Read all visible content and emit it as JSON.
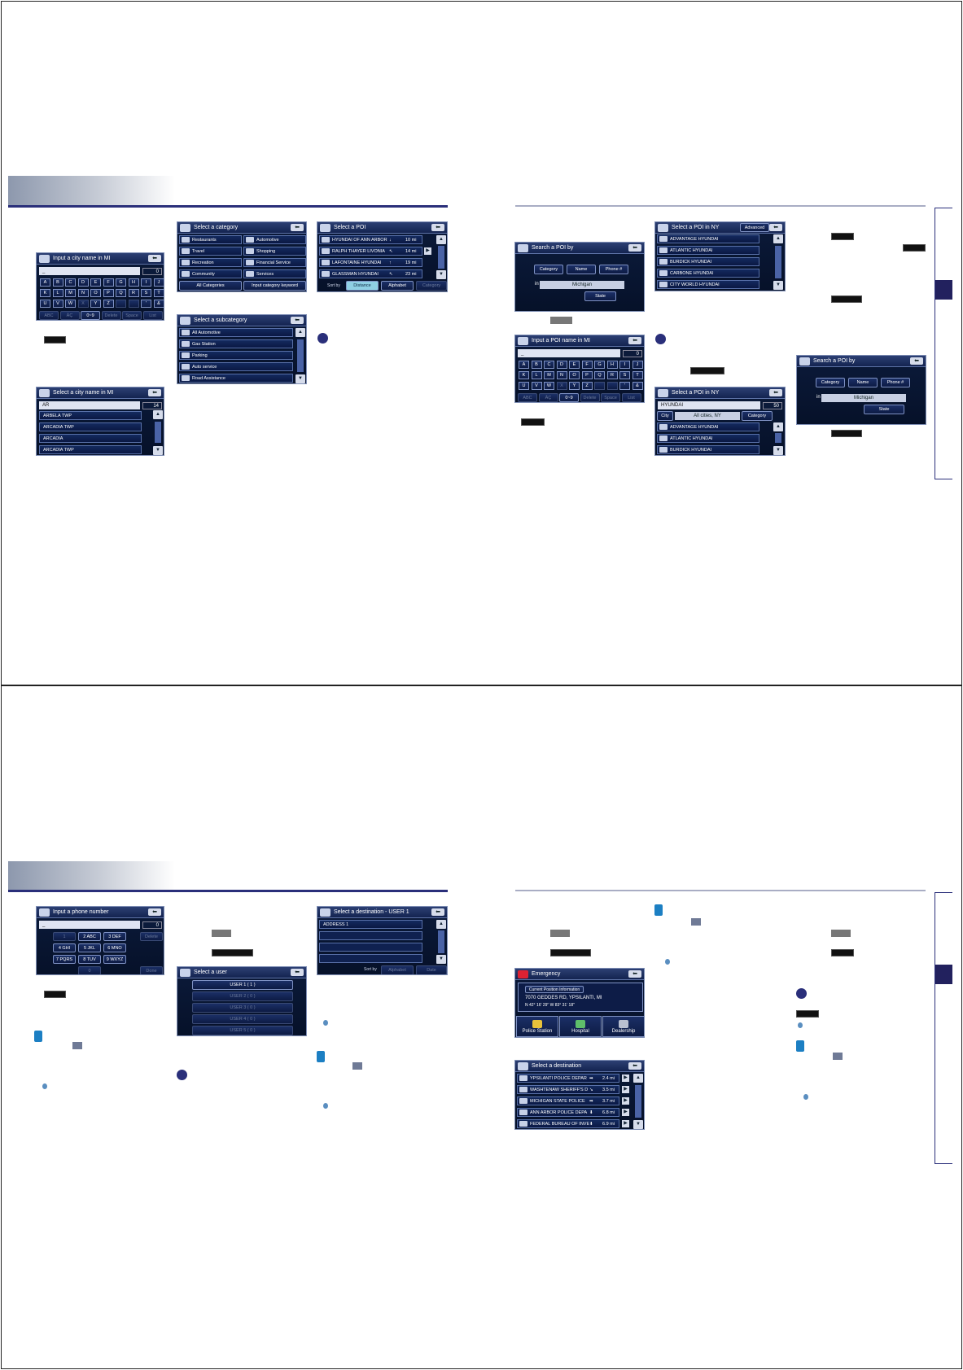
{
  "city_input": {
    "title": "Input a city name in MI",
    "entry": "_",
    "count": "0",
    "keys_row1": [
      "A",
      "B",
      "C",
      "D",
      "E",
      "F",
      "G",
      "H",
      "I",
      "J"
    ],
    "keys_row2": [
      "K",
      "L",
      "M",
      "N",
      "O",
      "P",
      "Q",
      "R",
      "S",
      "T"
    ],
    "keys_row3": [
      "U",
      "V",
      "W",
      "X",
      "Y",
      "Z",
      "",
      "",
      "'",
      "&",
      "-"
    ],
    "keys_bottom": [
      "ABC",
      "ÄÇ",
      "0~9",
      "Delete",
      "Space",
      "List"
    ]
  },
  "city_list": {
    "title": "Select a city name in MI",
    "entry": "AR",
    "count": "14",
    "items": [
      "ARBELA TWP",
      "ARCADIA TWP",
      "ARCADIA",
      "ARCADIA TWP"
    ]
  },
  "category": {
    "title": "Select a category",
    "items": [
      "Restaurants",
      "Automotive",
      "Travel",
      "Shopping",
      "Recreation",
      "Financial Service",
      "Community",
      "Services"
    ],
    "all": "All Categories",
    "keyword": "Input category keyword"
  },
  "subcategory": {
    "title": "Select a subcategory",
    "items": [
      "All Automotive",
      "Gas Station",
      "Parking",
      "Auto service",
      "Road Assistance"
    ]
  },
  "poi_list": {
    "title": "Select a POI",
    "items": [
      {
        "name": "HYUNDAI OF ANN ARBOR",
        "dist": "10 mi",
        "dir": "↓"
      },
      {
        "name": "RALPH THAYER LIVONIA",
        "dist": "14 mi",
        "dir": "↖"
      },
      {
        "name": "LAFONTAINE HYUNDAI",
        "dist": "19 mi",
        "dir": "↑"
      },
      {
        "name": "GLASSMAN HYUNDAI",
        "dist": "23 mi",
        "dir": "↖"
      }
    ],
    "sort_label": "Sort by",
    "sort": [
      "Distance",
      "Alphabet",
      "Category"
    ]
  },
  "search_by": {
    "title": "Search a POI by",
    "buttons": [
      "Category",
      "Name",
      "Phone #"
    ],
    "in_label": "in",
    "state_value": "Michigan",
    "state_button": "State"
  },
  "poi_name_input": {
    "title": "Input a POI name in MI",
    "entry": "_",
    "count": "0"
  },
  "poi_ny": {
    "title": "Select a POI in NY",
    "advanced": "Advanced",
    "items": [
      "ADVANTAGE HYUNDAI",
      "ATLANTIC HYUNDAI",
      "BURDICK HYUNDAI",
      "CARBONE HYUNDAI",
      "CITY WORLD HYUNDAI"
    ]
  },
  "poi_ny_result": {
    "title": "Select a POI in NY",
    "entry": "HYUNDAI",
    "count": "50",
    "city_btn": "City",
    "all_cities": "All cities, NY",
    "category_btn": "Category",
    "items": [
      "ADVANTAGE HYUNDAI",
      "ATLANTIC HYUNDAI",
      "BURDICK HYUNDAI"
    ]
  },
  "phone_input": {
    "title": "Input a phone number",
    "entry": "_",
    "count": "0",
    "keys": [
      "1",
      "2 ABC",
      "3 DEF",
      "4 GHI",
      "5 JKL",
      "6 MNO",
      "7 PQRS",
      "8 TUV",
      "9 WXYZ",
      "0"
    ],
    "delete": "Delete",
    "done": "Done"
  },
  "select_user": {
    "title": "Select a user",
    "items": [
      "USER 1 ( 1 )",
      "USER 2 ( 0 )",
      "USER 3 ( 0 )",
      "USER 4 ( 0 )",
      "USER 5 ( 0 )"
    ]
  },
  "dest_user": {
    "title": "Select a destination - USER 1",
    "items": [
      "ADDRESS 1"
    ],
    "sort_label": "Sort by",
    "sort": [
      "Alphabet",
      "Date"
    ]
  },
  "emergency": {
    "title": "Emergency",
    "info_label": "Current Position Information",
    "address": "7070 GEDDES RD, YPSILANTI, MI",
    "coords": "N  42° 16' 29\"   W  83° 31' 18\"",
    "tiles": [
      "Police Station",
      "Hospital",
      "Dealership"
    ]
  },
  "emg_dest": {
    "title": "Select a destination",
    "items": [
      {
        "name": "YPSILANTI POLICE DEPAR",
        "dir": "➡",
        "dist": "2.4 mi"
      },
      {
        "name": "WASHTENAW SHERIFF'S D",
        "dir": "↘",
        "dist": "3.5 mi"
      },
      {
        "name": "MICHIGAN STATE POLICE",
        "dir": "➡",
        "dist": "3.7 mi"
      },
      {
        "name": "ANN ARBOR POLICE DEPA",
        "dir": "⬇",
        "dist": "6.8 mi"
      },
      {
        "name": "FEDERAL BUREAU OF INVE",
        "dir": "⬇",
        "dist": "6.9 mi"
      }
    ]
  },
  "colors": {
    "accent": "#2a2f7a",
    "screen_bg": "#0b1a3a",
    "highlight": "#8fd0e4"
  }
}
